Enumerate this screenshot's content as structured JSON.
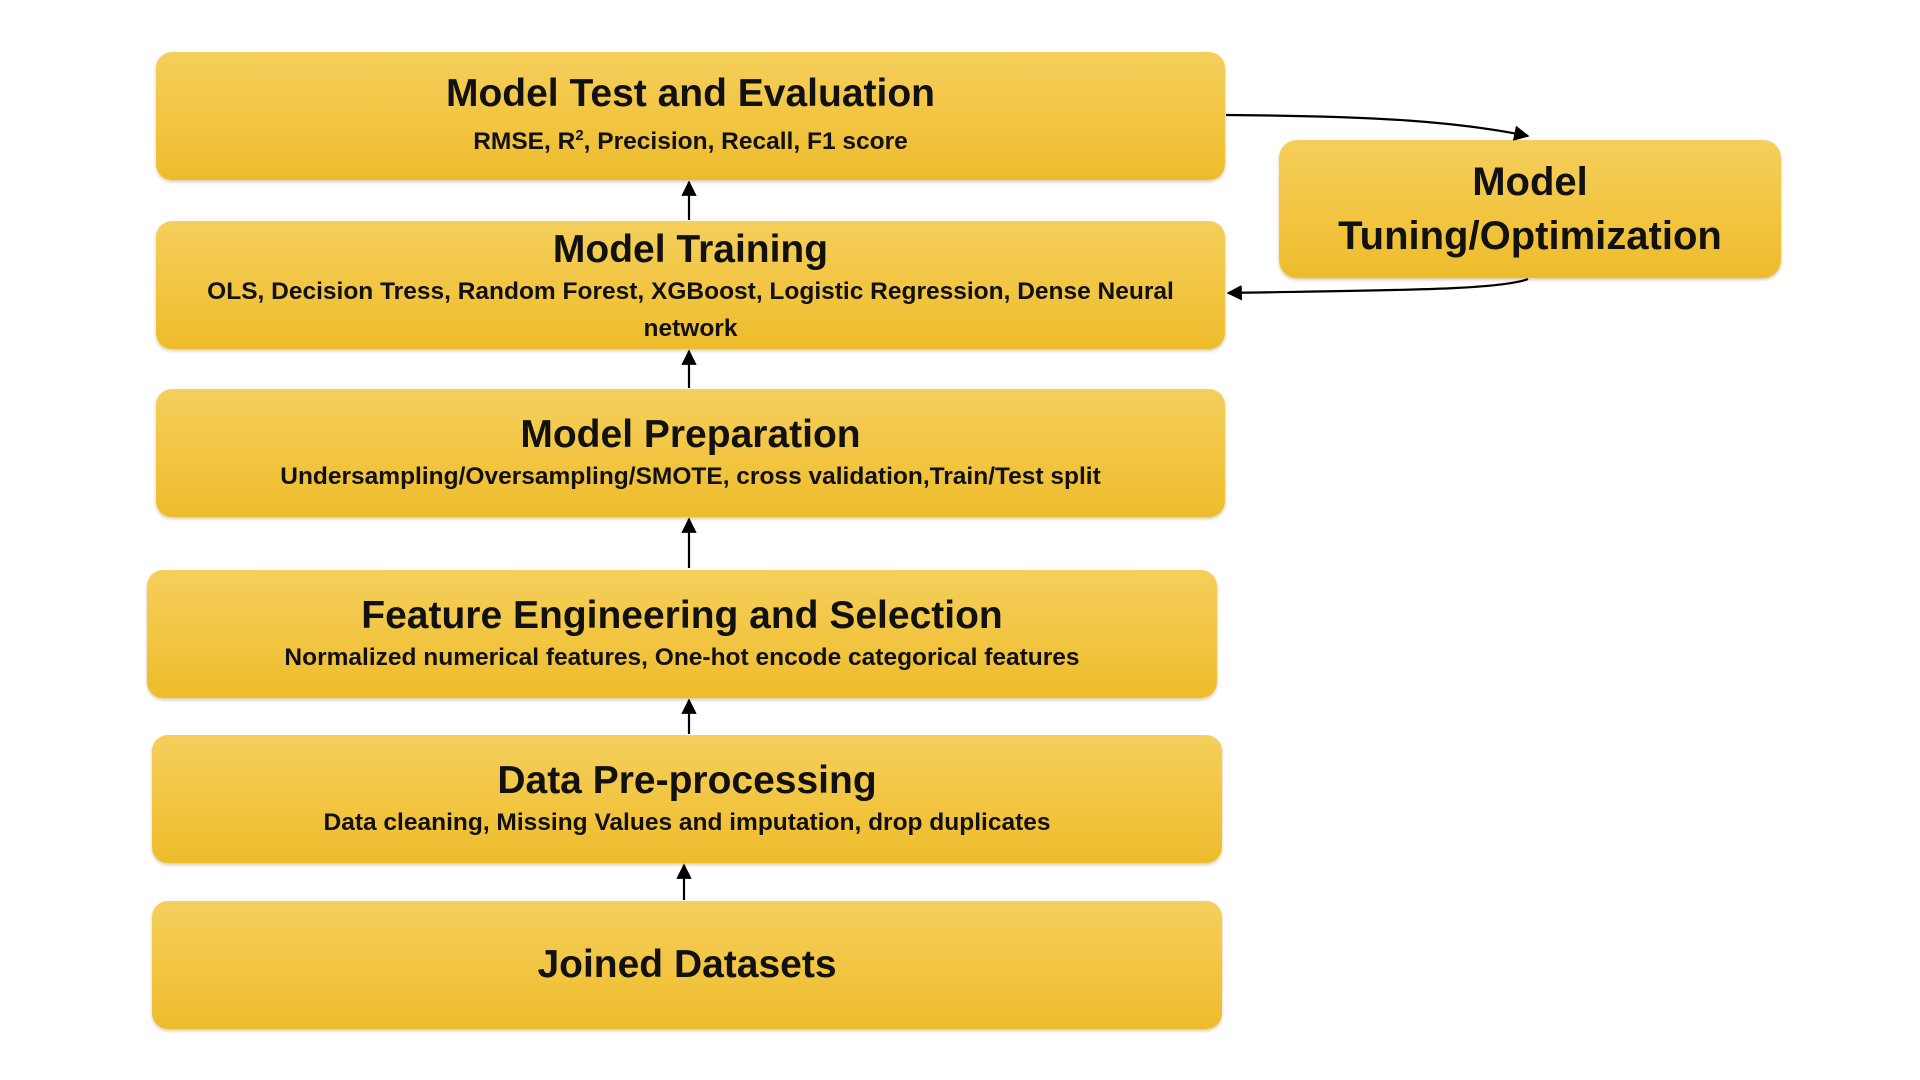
{
  "steps": {
    "eval": {
      "title": "Model Test and Evaluation",
      "subtitle_pre": "RMSE, R",
      "subtitle_sup": "2",
      "subtitle_post": ", Precision, Recall, F1 score"
    },
    "train": {
      "title": "Model Training",
      "subtitle": "OLS, Decision Tress, Random Forest, XGBoost, Logistic Regression, Dense Neural network"
    },
    "prep": {
      "title": "Model Preparation",
      "subtitle": "Undersampling/Oversampling/SMOTE, cross validation,Train/Test split"
    },
    "feat": {
      "title": "Feature Engineering and Selection",
      "subtitle": "Normalized numerical features, One-hot encode categorical features"
    },
    "pre": {
      "title": "Data Pre-processing",
      "subtitle": "Data cleaning, Missing Values and imputation, drop duplicates"
    },
    "joined": {
      "title": "Joined Datasets"
    }
  },
  "tuning": {
    "line1": "Model",
    "line2": "Tuning/Optimization"
  },
  "colors": {
    "box_fill": "#f2c541",
    "text": "#111111",
    "arrow": "#000000"
  }
}
